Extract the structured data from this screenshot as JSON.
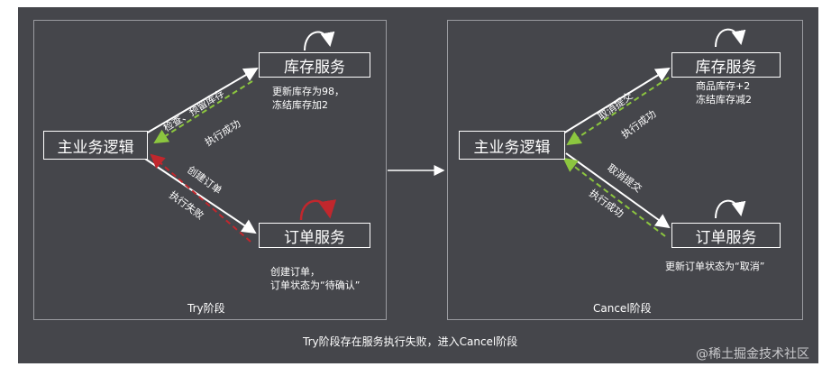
{
  "try_panel": {
    "main": "主业务逻辑",
    "inventory": "库存服务",
    "order": "订单服务",
    "edge_check_reserve": "检查、预留库存",
    "edge_exec_success": "执行成功",
    "edge_create_order": "创建订单",
    "edge_exec_fail": "执行失败",
    "inventory_note": [
      "更新库存为98，",
      "冻结库存加2"
    ],
    "order_note": [
      "创建订单，",
      "订单状态为“待确认”"
    ],
    "caption": "Try阶段"
  },
  "cancel_panel": {
    "main": "主业务逻辑",
    "inventory": "库存服务",
    "order": "订单服务",
    "edge_cancel_commit_1": "取消提交",
    "edge_exec_success_1": "执行成功",
    "edge_cancel_commit_2": "取消提交",
    "edge_exec_success_2": "执行成功",
    "inventory_note": [
      "商品库存+2",
      "冻结库存减2"
    ],
    "order_note": [
      "更新订单状态为“取消”"
    ],
    "caption": "Cancel阶段"
  },
  "footer": "Try阶段存在服务执行失败，进入Cancel阶段",
  "watermark": "@稀土掘金技术社区",
  "colors": {
    "background": "#45464b",
    "line": "#ffffff",
    "success_arrow": "#8cc63f",
    "fail_arrow": "#c1272d"
  }
}
